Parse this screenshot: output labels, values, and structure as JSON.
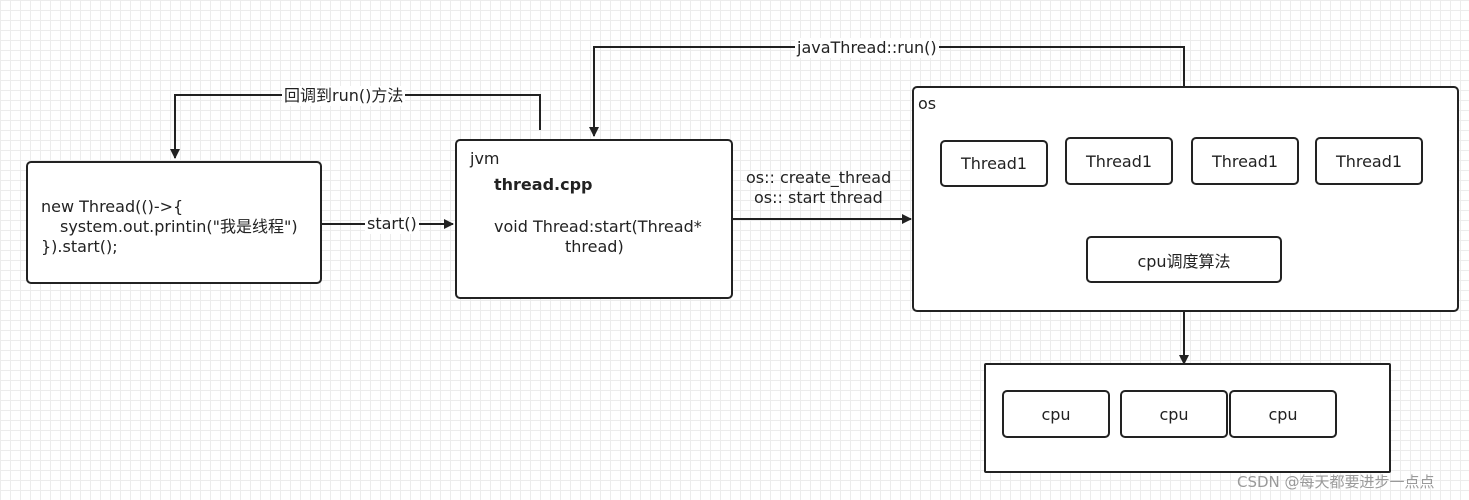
{
  "code_box": {
    "line1": "new Thread(()->{",
    "line2": "system.out.printin(\"我是线程\")",
    "line3": "}).start();"
  },
  "jvm_box": {
    "label": "jvm",
    "file": "thread.cpp",
    "method_line1": "void Thread:start(Thread*",
    "method_line2": "thread)"
  },
  "os_box": {
    "label": "os",
    "threads": [
      "Thread1",
      "Thread1",
      "Thread1",
      "Thread1"
    ],
    "scheduler": "cpu调度算法"
  },
  "cpu_box": {
    "cpus": [
      "cpu",
      "cpu",
      "cpu"
    ]
  },
  "edges": {
    "callback": "回调到run()方法",
    "start": "start()",
    "java_run": "javaThread::run()",
    "os_create": "os:: create_thread",
    "os_start": "os:: start thread"
  },
  "watermark": "CSDN @每天都要进步一点点"
}
